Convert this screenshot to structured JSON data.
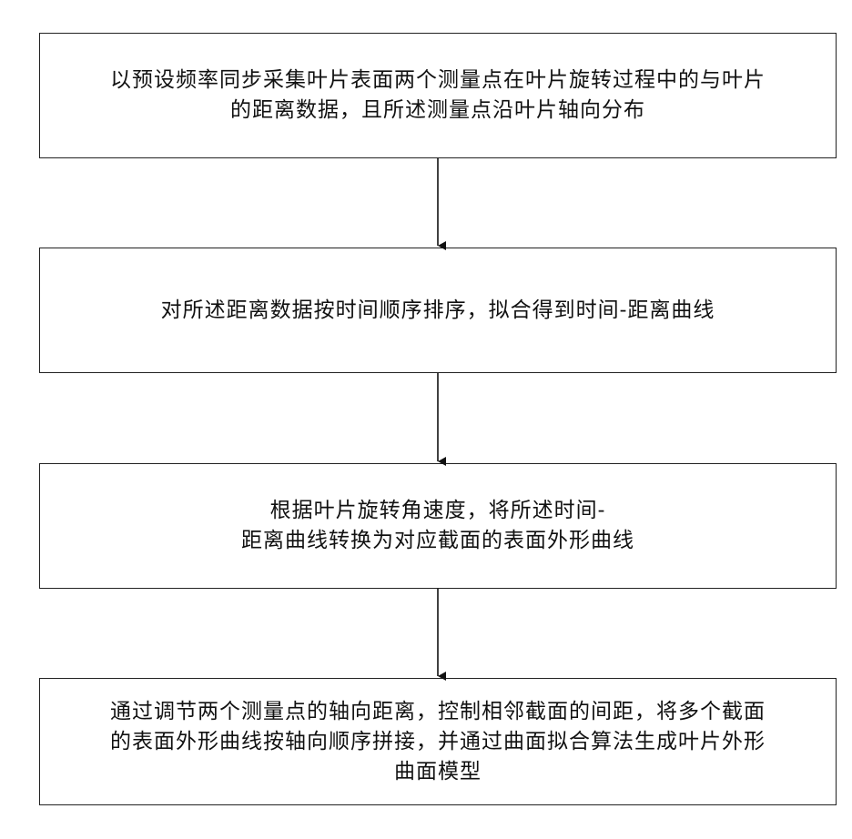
{
  "flowchart": {
    "steps": [
      {
        "text": "以预设频率同步采集叶片表面两个测量点在叶片旋转过程中的与叶片\n的距离数据，且所述测量点沿叶片轴向分布"
      },
      {
        "text": "对所述距离数据按时间顺序排序，拟合得到时间-距离曲线"
      },
      {
        "text": "根据叶片旋转角速度，将所述时间-\n距离曲线转换为对应截面的表面外形曲线"
      },
      {
        "text": "通过调节两个测量点的轴向距离，控制相邻截面的间距，将多个截面\n的表面外形曲线按轴向顺序拼接，并通过曲面拟合算法生成叶片外形\n曲面模型"
      }
    ]
  }
}
